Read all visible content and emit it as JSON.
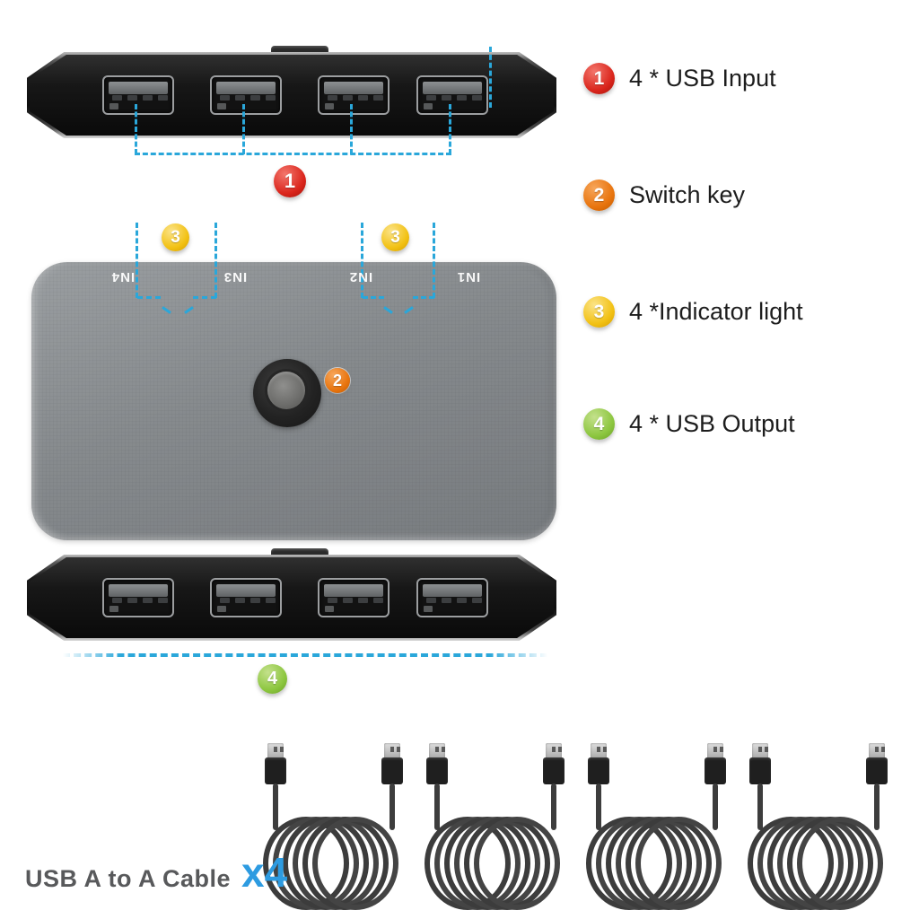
{
  "legend": {
    "items": [
      {
        "number": "1",
        "label": "4 * USB Input"
      },
      {
        "number": "2",
        "label": "Switch key"
      },
      {
        "number": "3",
        "label": "4 *Indicator light"
      },
      {
        "number": "4",
        "label": "4 * USB Output"
      }
    ]
  },
  "device": {
    "top_view": {
      "port_labels": [
        "IN4",
        "IN3",
        "IN2",
        "IN1"
      ]
    },
    "usb_ports_per_side": 4
  },
  "cable_section": {
    "label": "USB A to A Cable",
    "quantity": "x4",
    "cable_count": 4
  },
  "colors": {
    "badge_red": "#da251c",
    "badge_orange": "#e8740d",
    "badge_yellow": "#f2c113",
    "badge_green": "#8cc63f",
    "callout_line": "#2aa7da",
    "quantity_blue": "#2d9be1"
  }
}
